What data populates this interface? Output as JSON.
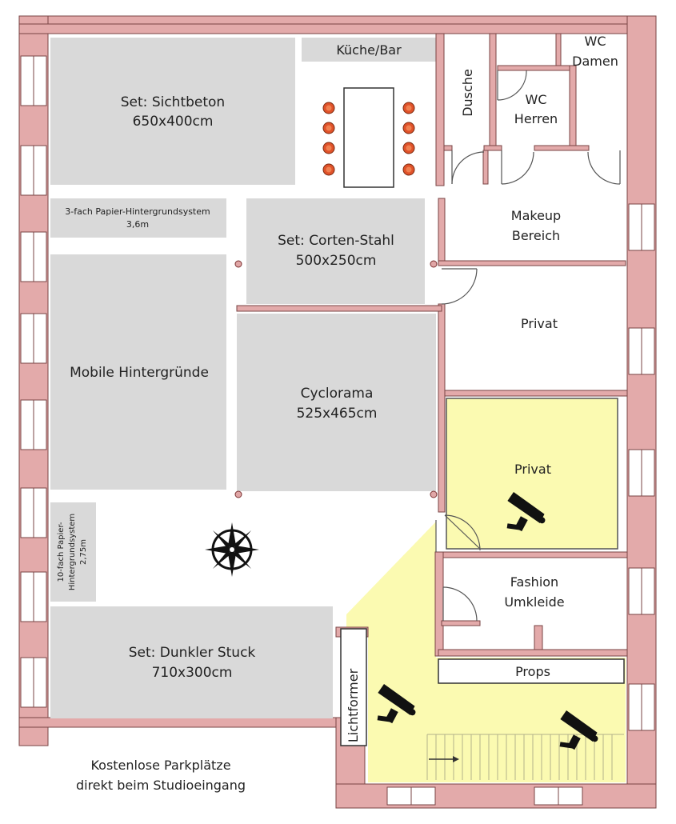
{
  "colors": {
    "wall": "#e3aaaa",
    "wall_stroke": "#7a4444",
    "set_gray": "#d9d9d9",
    "yellow_zone": "#fbfab1",
    "chair": "#e0522a",
    "floor": "#ffffff"
  },
  "icons": [
    "camera-icon",
    "compass-icon",
    "window-icon",
    "door-swing-icon",
    "chair-icon"
  ],
  "rooms": {
    "sichtbeton": {
      "title": "Set: Sichtbeton",
      "size": "650x400cm"
    },
    "kueche": {
      "label": "Küche/Bar"
    },
    "dusche": {
      "label": "Dusche"
    },
    "wc_damen": {
      "line1": "WC",
      "line2": "Damen"
    },
    "wc_herren": {
      "line1": "WC",
      "line2": "Herren"
    },
    "papier3": {
      "line1": "3-fach Papier-Hintergrundsystem",
      "line2": "3,6m"
    },
    "corten": {
      "title": "Set: Corten-Stahl",
      "size": "500x250cm"
    },
    "makeup": {
      "line1": "Makeup",
      "line2": "Bereich"
    },
    "privat_top": {
      "label": "Privat"
    },
    "mobile": {
      "label": "Mobile Hintergründe"
    },
    "cyclorama": {
      "title": "Cyclorama",
      "size": "525x465cm"
    },
    "privat_yellow": {
      "label": "Privat"
    },
    "papier10": {
      "line1": "10-fach Papier-",
      "line2": "Hintergrundsystem",
      "line3": "2,75m"
    },
    "fashion": {
      "line1": "Fashion",
      "line2": "Umkleide"
    },
    "stuck": {
      "title": "Set: Dunkler Stuck",
      "size": "710x300cm"
    },
    "props": {
      "label": "Props"
    },
    "lichtformer": {
      "label": "Lichtformer"
    }
  },
  "parking": {
    "line1": "Kostenlose Parkplätze",
    "line2": "direkt beim Studioeingang"
  }
}
